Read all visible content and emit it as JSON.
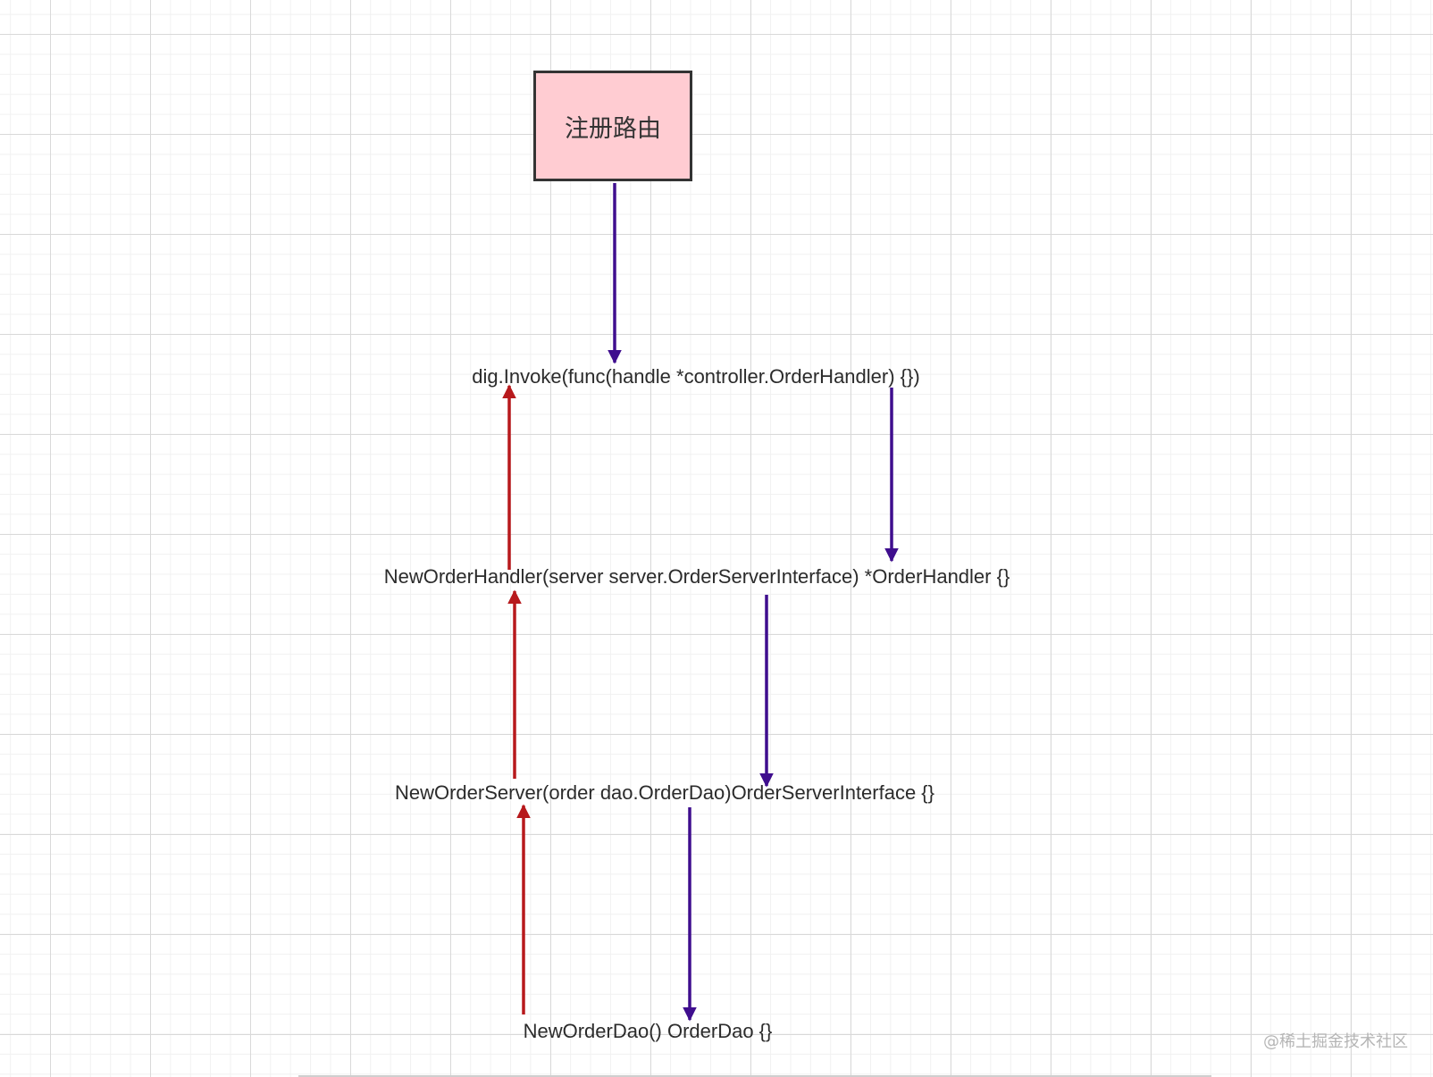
{
  "diagram": {
    "start_node": {
      "label": "注册路由"
    },
    "nodes": [
      {
        "id": "invoke",
        "label": "dig.Invoke(func(handle *controller.OrderHandler) {})"
      },
      {
        "id": "handler",
        "label": "NewOrderHandler(server server.OrderServerInterface) *OrderHandler {}"
      },
      {
        "id": "server",
        "label": "NewOrderServer(order dao.OrderDao)OrderServerInterface {}"
      },
      {
        "id": "dao",
        "label": "NewOrderDao() OrderDao {}"
      }
    ],
    "edges": [
      {
        "from": "start",
        "to": "invoke",
        "kind": "call"
      },
      {
        "from": "invoke",
        "to": "handler",
        "kind": "call"
      },
      {
        "from": "handler",
        "to": "server",
        "kind": "call"
      },
      {
        "from": "server",
        "to": "dao",
        "kind": "call"
      },
      {
        "from": "dao",
        "to": "server",
        "kind": "return"
      },
      {
        "from": "server",
        "to": "handler",
        "kind": "return"
      },
      {
        "from": "handler",
        "to": "invoke",
        "kind": "return"
      }
    ],
    "colors": {
      "call_arrow": "#3f0e8e",
      "return_arrow": "#b7191c",
      "start_fill": "#ffccd2",
      "start_border": "#333333",
      "text": "#2b2b2b"
    }
  },
  "watermark": "@稀土掘金技术社区"
}
